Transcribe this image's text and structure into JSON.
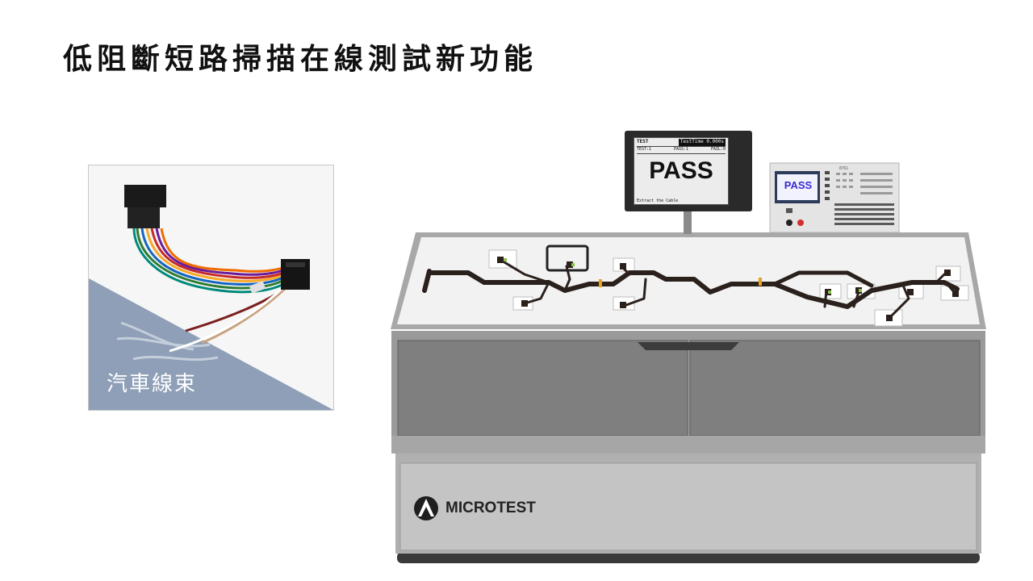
{
  "title": "低阻斷短路掃描在線測試新功能",
  "product_card": {
    "label": "汽車線束"
  },
  "monitor": {
    "header_left": "TEST",
    "header_right": "TestTime  0.000s",
    "test_count": "TEST:1",
    "pass_count": "PASS:1",
    "fail_count": "FAIL:0",
    "result": "PASS",
    "footer": "Extract the Cable"
  },
  "instrument": {
    "model": "8761",
    "result": "PASS"
  },
  "brand": {
    "name": "MICROTEST"
  },
  "colors": {
    "card_triangle": "#8e9fb7",
    "machine_body": "#9a9a9a",
    "drawer": "#7f7f7f",
    "table_top": "#f2f2f2",
    "harness": "#2a201c",
    "harness_marker": "#e8a21a"
  }
}
